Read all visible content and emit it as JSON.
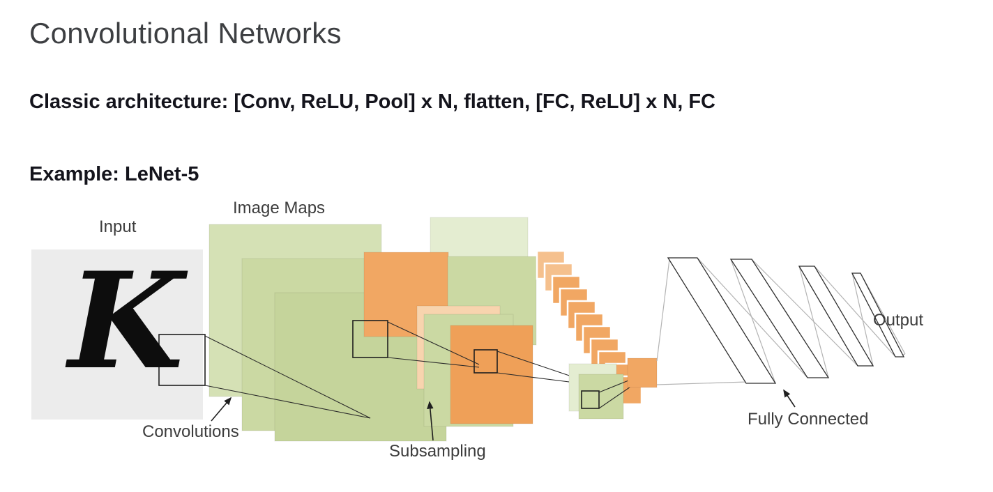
{
  "slide": {
    "title": "Convolutional Networks",
    "architecture_line": "Classic architecture: [Conv, ReLU, Pool] x N, flatten, [FC, ReLU] x N, FC",
    "example_line": "Example: LeNet-5"
  },
  "diagram": {
    "labels": {
      "input": "Input",
      "image_maps": "Image Maps",
      "convolutions": "Convolutions",
      "subsampling": "Subsampling",
      "fully_connected": "Fully Connected",
      "output": "Output"
    },
    "input_glyph": "K",
    "colors": {
      "input_bg": "#ececec",
      "green_back": "#d5e1b5",
      "green": "#cbd9a3",
      "green_front": "#c5d49b",
      "green_pale": "#e4edd1",
      "orange": "#f1a763",
      "orange_deep": "#efa058",
      "orange_light": "#f5c08d",
      "orange_pale": "#f8d4ae",
      "band_fill": "#ffffff"
    }
  }
}
